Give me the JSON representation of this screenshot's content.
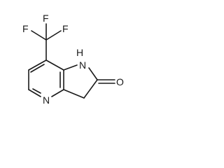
{
  "molecule": {
    "atoms": {
      "f_top": "F",
      "f_left": "F",
      "f_right": "F",
      "nh_h": "H",
      "nh_n": "N",
      "pyridine_n": "N",
      "carbonyl_o": "O"
    }
  },
  "colors": {
    "bond": "#1a1a1a",
    "background": "#ffffff"
  }
}
